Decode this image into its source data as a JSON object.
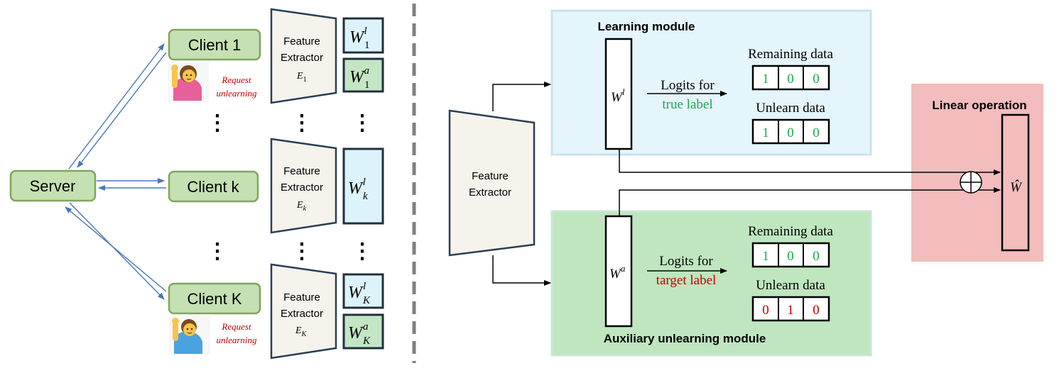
{
  "left": {
    "server_label": "Server",
    "clients": [
      {
        "label": "Client 1",
        "extractor_lines": [
          "Feature",
          "Extractor"
        ],
        "extractor_symbol": "E",
        "extractor_sub": "1",
        "weights": [
          {
            "base": "W",
            "sub": "1",
            "sup": "l",
            "kind": "learn"
          },
          {
            "base": "W",
            "sub": "1",
            "sup": "a",
            "kind": "aux"
          }
        ],
        "request": [
          "Request",
          "unlearning"
        ]
      },
      {
        "label": "Client k",
        "extractor_lines": [
          "Feature",
          "Extractor"
        ],
        "extractor_symbol": "E",
        "extractor_sub": "k",
        "weights": [
          {
            "base": "W",
            "sub": "k",
            "sup": "l",
            "kind": "learn"
          }
        ]
      },
      {
        "label": "Client K",
        "extractor_lines": [
          "Feature",
          "Extractor"
        ],
        "extractor_symbol": "E",
        "extractor_sub": "K",
        "weights": [
          {
            "base": "W",
            "sub": "K",
            "sup": "l",
            "kind": "learn"
          },
          {
            "base": "W",
            "sub": "K",
            "sup": "a",
            "kind": "aux"
          }
        ],
        "request": [
          "Request",
          "unlearning"
        ]
      }
    ],
    "ellipsis": "⋮"
  },
  "right": {
    "feature_extractor": [
      "Feature",
      "Extractor"
    ],
    "learning_module": {
      "title": "Learning module",
      "weight": {
        "base": "W",
        "sup": "l"
      },
      "logits_line1": "Logits for",
      "logits_line2": "true label",
      "remaining_label": "Remaining data",
      "remaining_cells": [
        "1",
        "0",
        "0"
      ],
      "unlearn_label": "Unlearn data",
      "unlearn_cells": [
        "1",
        "0",
        "0"
      ]
    },
    "aux_module": {
      "title": "Auxiliary unlearning module",
      "weight": {
        "base": "W",
        "sup": "a"
      },
      "logits_line1": "Logits for",
      "logits_line2": "target label",
      "remaining_label": "Remaining data",
      "remaining_cells": [
        "1",
        "0",
        "0"
      ],
      "unlearn_label": "Unlearn data",
      "unlearn_cells": [
        "0",
        "1",
        "0"
      ]
    },
    "linear_op": {
      "title": "Linear operation",
      "weight": "Ŵ",
      "plus_symbol": "⊕"
    }
  },
  "colors": {
    "client_fill": "#c5e0b3",
    "client_stroke": "#7ea65a",
    "extractor_fill": "#f6f3ec",
    "learn_fill": "#ddf3fb",
    "aux_fill": "#c4e6c4",
    "learning_box_fill": "#e4f5fb",
    "learning_box_stroke": "#c9e3ec",
    "aux_box_fill": "#bfe6bf",
    "aux_box_stroke": "#c9e6d9",
    "linear_fill": "#f3bcbd",
    "green_text": "#1ea84a",
    "red_text": "#c00000",
    "arrow_blue": "#4a77b8",
    "dash_gray": "#808080"
  }
}
